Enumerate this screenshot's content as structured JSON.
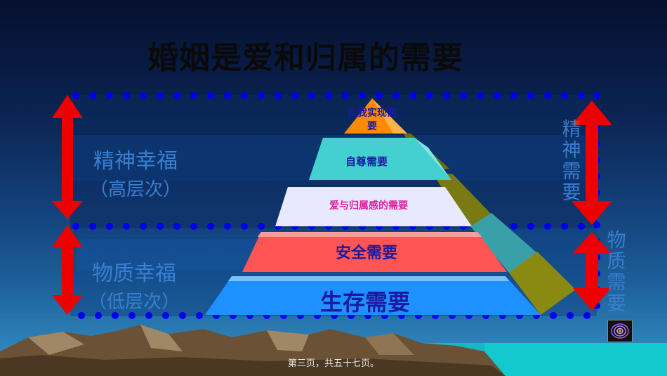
{
  "slide": {
    "title": "婚姻是爱和归属的需要",
    "footer": "第三页，共五十七页。"
  },
  "pyramid": {
    "levels": [
      {
        "label": "自我实现需\n要",
        "line1": "自我实现需",
        "line2": "要",
        "color": "#ff8a00"
      },
      {
        "label": "自尊需要",
        "color": "#47d1d1"
      },
      {
        "label": "爱与归属感的需要",
        "color": "#e6e6ff"
      },
      {
        "label": "安全需要",
        "color": "#ff5555"
      },
      {
        "label": "生存需要",
        "color": "#1e90ff"
      }
    ]
  },
  "left_labels": {
    "spiritual_main": "精神幸福",
    "spiritual_sub": "（高层次）",
    "material_main": "物质幸福",
    "material_sub": "（低层次）"
  },
  "right_labels": {
    "spiritual": [
      "精",
      "神",
      "需",
      "要"
    ],
    "material": [
      "物",
      "质",
      "需",
      "要"
    ]
  },
  "colors": {
    "dots": "#0000ee",
    "arrow": "#ee0000",
    "label_text": "#3a7fd0",
    "pyramid_text": "#1a1aa0",
    "love_text": "#e020a0"
  }
}
